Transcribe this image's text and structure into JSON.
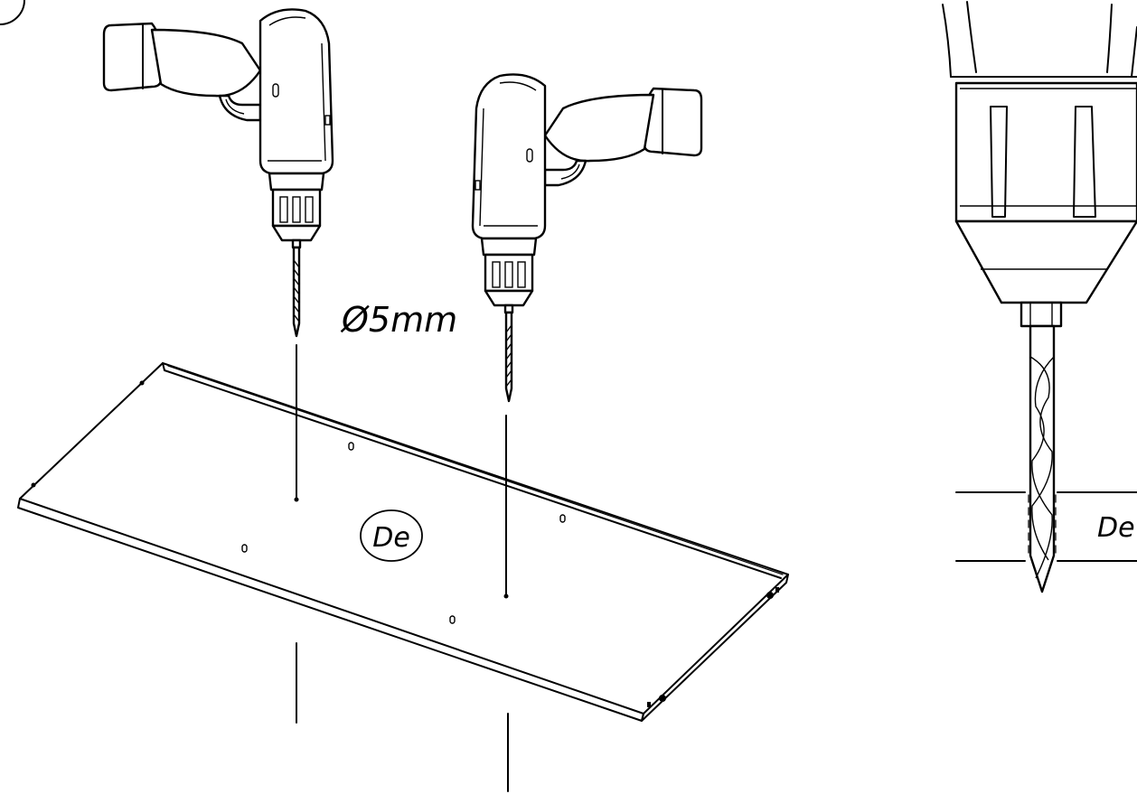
{
  "diagram": {
    "step_number": "",
    "drill_size_label": "Ø5mm",
    "part_label": "De",
    "detail_part_label": "De"
  },
  "colors": {
    "ink": "#000000",
    "paper": "#ffffff"
  },
  "icons": [
    "drill-icon",
    "drill-bit-icon",
    "panel-board",
    "drill-chuck-detail"
  ]
}
